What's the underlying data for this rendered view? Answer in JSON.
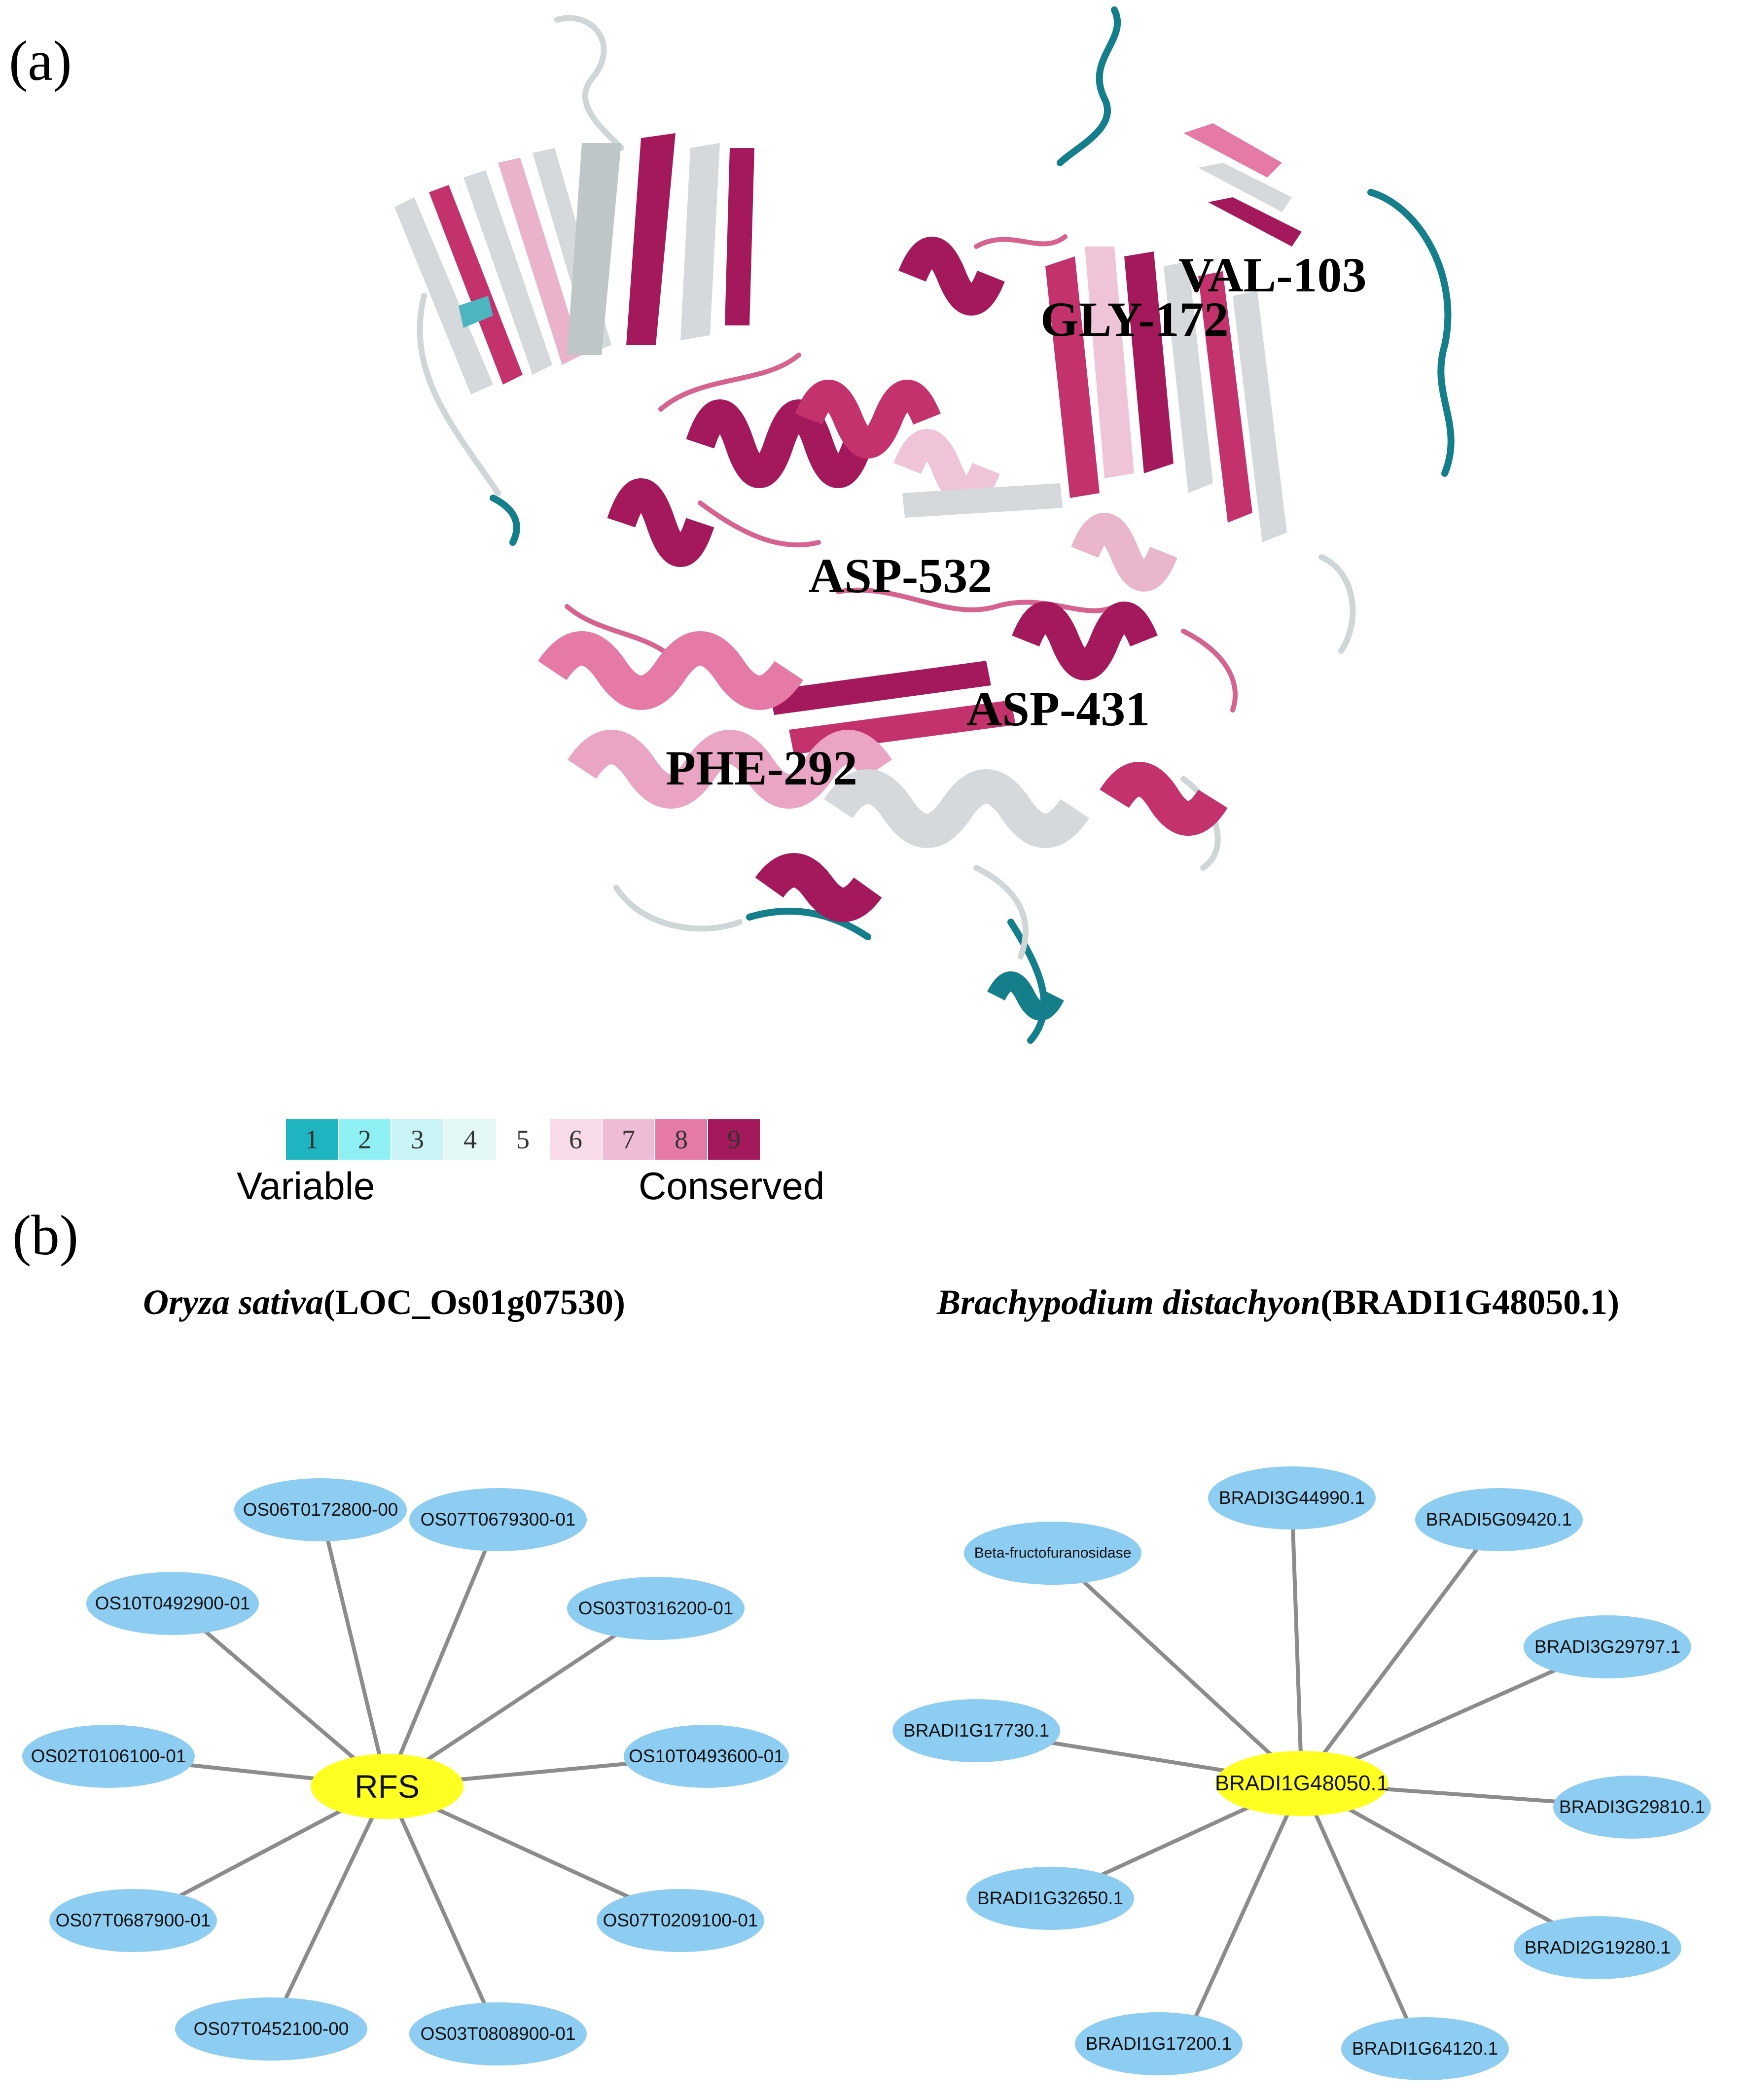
{
  "panel_a": {
    "label": "(a)",
    "residues": [
      "VAL-103",
      "GLY-172",
      "ASP-532",
      "ASP-431",
      "PHE-292"
    ],
    "legend": {
      "scale": [
        {
          "value": "1",
          "color": "#1fb5c0"
        },
        {
          "value": "2",
          "color": "#8ff0f4"
        },
        {
          "value": "3",
          "color": "#c8f4f5"
        },
        {
          "value": "4",
          "color": "#e4f7f7"
        },
        {
          "value": "5",
          "color": "#ffffff"
        },
        {
          "value": "6",
          "color": "#f8dbe8"
        },
        {
          "value": "7",
          "color": "#eebcd6"
        },
        {
          "value": "8",
          "color": "#e57aa6"
        },
        {
          "value": "9",
          "color": "#a3195b"
        }
      ],
      "low_label": "Variable",
      "high_label": "Conserved"
    },
    "colors": {
      "conserved": "#a3195b",
      "pink": "#e57aa6",
      "light_pink": "#f2c6d9",
      "grey": "#cfd6d8",
      "variable": "#147f8a"
    }
  },
  "panel_b": {
    "label": "(b)",
    "networks": [
      {
        "species": "Oryza sativa",
        "gene_id": "(LOC_Os01g07530)",
        "hub": "RFS",
        "nodes": [
          "OS06T0172800-00",
          "OS07T0679300-01",
          "OS10T0492900-01",
          "OS03T0316200-01",
          "OS02T0106100-01",
          "OS10T0493600-01",
          "OS07T0687900-01",
          "OS07T0209100-01",
          "OS07T0452100-00",
          "OS03T0808900-01"
        ]
      },
      {
        "species": "Brachypodium distachyon",
        "gene_id": "(BRADI1G48050.1)",
        "hub": "BRADI1G48050.1",
        "nodes": [
          "BRADI3G44990.1",
          "BRADI5G09420.1",
          "Beta-fructofuranosidase",
          "BRADI3G29797.1",
          "BRADI1G17730.1",
          "BRADI3G29810.1",
          "BRADI1G32650.1",
          "BRADI2G19280.1",
          "BRADI1G17200.1",
          "BRADI1G64120.1"
        ]
      }
    ],
    "colors": {
      "node": "#8ecdf2",
      "hub": "#ffff22",
      "edge": "#8c8c8c"
    }
  }
}
